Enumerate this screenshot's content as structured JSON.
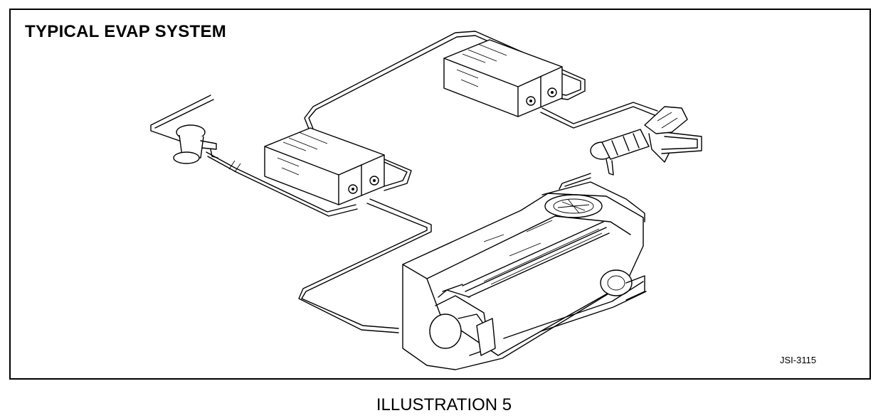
{
  "diagram": {
    "title": "TYPICAL EVAP SYSTEM",
    "code": "JSI-3115",
    "caption": "ILLUSTRATION 5"
  }
}
